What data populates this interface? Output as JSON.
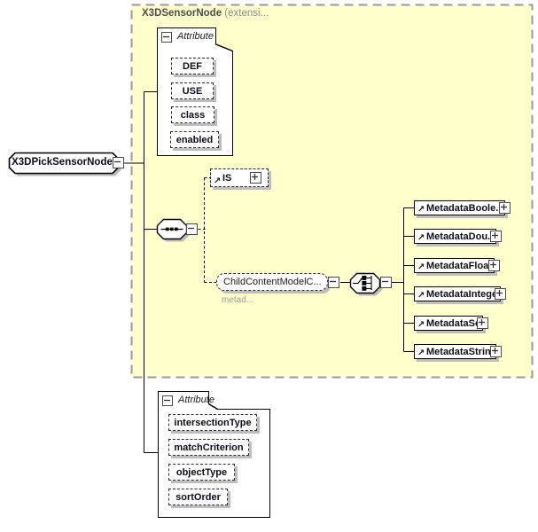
{
  "root": {
    "label": "X3DPickSensorNode"
  },
  "base_type": {
    "name": "X3DSensorNode",
    "suffix": " (extensi..."
  },
  "inherited_attributes": {
    "label": "Attribute",
    "items": [
      "DEF",
      "USE",
      "class",
      "enabled"
    ]
  },
  "is_element": {
    "label": "IS"
  },
  "child_content_model": {
    "label": "ChildContentModelC...",
    "annotation": "metad..."
  },
  "metadata_elements": [
    "MetadataBoole...",
    "MetadataDou...",
    "MetadataFloat",
    "MetadataInteger",
    "MetadataSet",
    "MetadataString"
  ],
  "own_attributes": {
    "label": "Attribute",
    "items": [
      "intersectionType",
      "matchCriterion",
      "objectType",
      "sortOrder"
    ]
  },
  "colors": {
    "container_fill": "#ffffcc",
    "container_border": "#9a9a9a",
    "box_shadow": "#bdbdbd",
    "connector": "#000000"
  }
}
